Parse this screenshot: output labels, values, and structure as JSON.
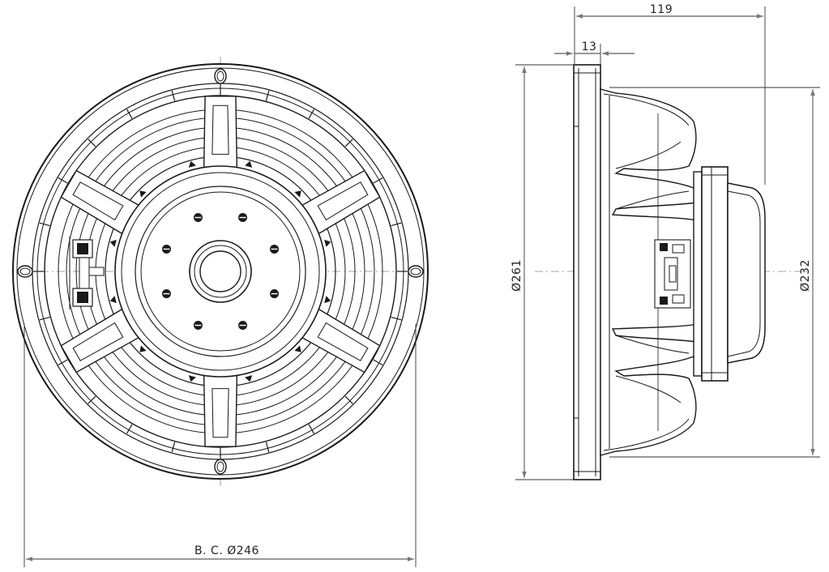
{
  "dimensions": {
    "bolt_circle": "B. C. Ø246",
    "outer_diameter": "Ø261",
    "magnet_diameter": "Ø232",
    "depth": "119",
    "flange_thickness": "13"
  },
  "colors": {
    "line": "#1a1a1a",
    "dimension": "#333333",
    "arrow": "#888888"
  }
}
